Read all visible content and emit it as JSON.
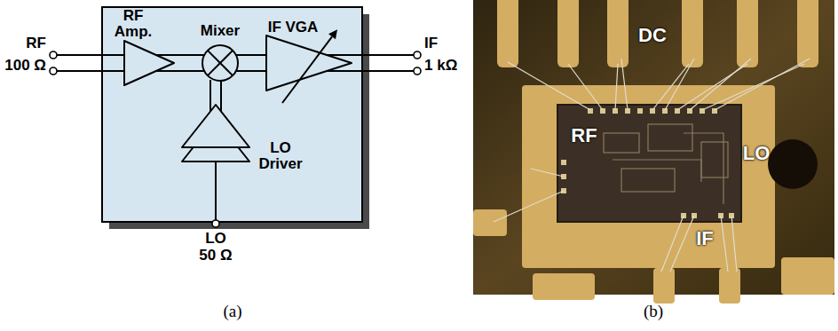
{
  "diagram": {
    "nodes": [
      {
        "text": [
          "RF Amp."
        ]
      },
      {
        "text": [
          "Mixer"
        ]
      },
      {
        "text": [
          "IF VGA"
        ]
      },
      {
        "text": [
          "LO Driver"
        ]
      }
    ],
    "edges": [
      {
        "from": 0,
        "to": 1,
        "arrow": "none"
      },
      {
        "from": 1,
        "to": 2,
        "arrow": "none"
      },
      {
        "from": 3,
        "to": 1,
        "arrow": "none"
      }
    ],
    "labels": [
      "RF",
      "100 Ω",
      "IF",
      "1 kΩ",
      "LO",
      "50 Ω",
      "DC",
      "RF",
      "LO",
      "IF",
      "(a)",
      "(b)"
    ]
  }
}
